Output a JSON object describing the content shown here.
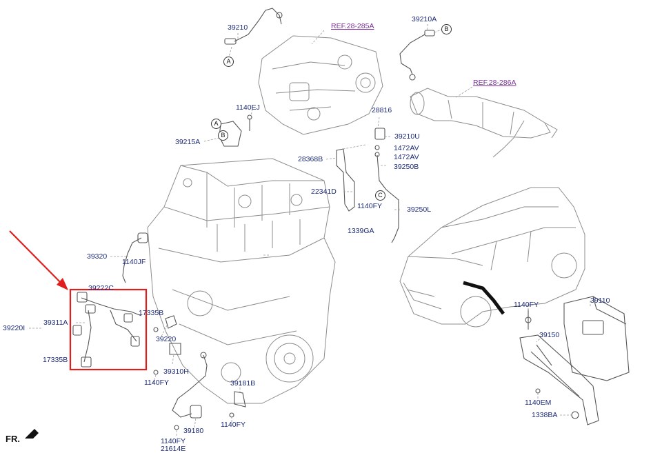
{
  "labels": [
    {
      "id": "39210",
      "text": "39210"
    },
    {
      "id": "ref-285a",
      "text": "REF.28-285A"
    },
    {
      "id": "39210a",
      "text": "39210A"
    },
    {
      "id": "ref-286a",
      "text": "REF.28-286A"
    },
    {
      "id": "1140ej",
      "text": "1140EJ"
    },
    {
      "id": "28816",
      "text": "28816"
    },
    {
      "id": "39215a",
      "text": "39215A"
    },
    {
      "id": "39210u",
      "text": "39210U"
    },
    {
      "id": "28368b",
      "text": "28368B"
    },
    {
      "id": "1472av-a",
      "text": "1472AV"
    },
    {
      "id": "1472av-b",
      "text": "1472AV"
    },
    {
      "id": "39250b",
      "text": "39250B"
    },
    {
      "id": "22341d",
      "text": "22341D"
    },
    {
      "id": "1140fy-a",
      "text": "1140FY"
    },
    {
      "id": "39250l",
      "text": "39250L"
    },
    {
      "id": "1339ga",
      "text": "1339GA"
    },
    {
      "id": "39320",
      "text": "39320"
    },
    {
      "id": "1140jf",
      "text": "1140JF"
    },
    {
      "id": "39222c",
      "text": "39222C"
    },
    {
      "id": "39220i",
      "text": "39220I"
    },
    {
      "id": "39311a",
      "text": "39311A"
    },
    {
      "id": "17335b-a",
      "text": "17335B"
    },
    {
      "id": "17335b-b",
      "text": "17335B"
    },
    {
      "id": "39220",
      "text": "39220"
    },
    {
      "id": "39310h",
      "text": "39310H"
    },
    {
      "id": "1140fy-b",
      "text": "1140FY"
    },
    {
      "id": "39181b",
      "text": "39181B"
    },
    {
      "id": "1140fy-c",
      "text": "1140FY"
    },
    {
      "id": "39180",
      "text": "39180"
    },
    {
      "id": "1140fy-d",
      "text": "1140FY"
    },
    {
      "id": "21614e",
      "text": "21614E"
    },
    {
      "id": "1140fy-e",
      "text": "1140FY"
    },
    {
      "id": "39110",
      "text": "39110"
    },
    {
      "id": "39150",
      "text": "39150"
    },
    {
      "id": "1140em",
      "text": "1140EM"
    },
    {
      "id": "1338ba",
      "text": "1338BA"
    }
  ],
  "markers": {
    "a": "A",
    "b": "B",
    "c": "C"
  },
  "orientation": "FR.",
  "colors": {
    "label": "#1c2a78",
    "ref": "#7a2f9a",
    "highlight": "#e01e1e",
    "line": "#8c8c8c"
  }
}
